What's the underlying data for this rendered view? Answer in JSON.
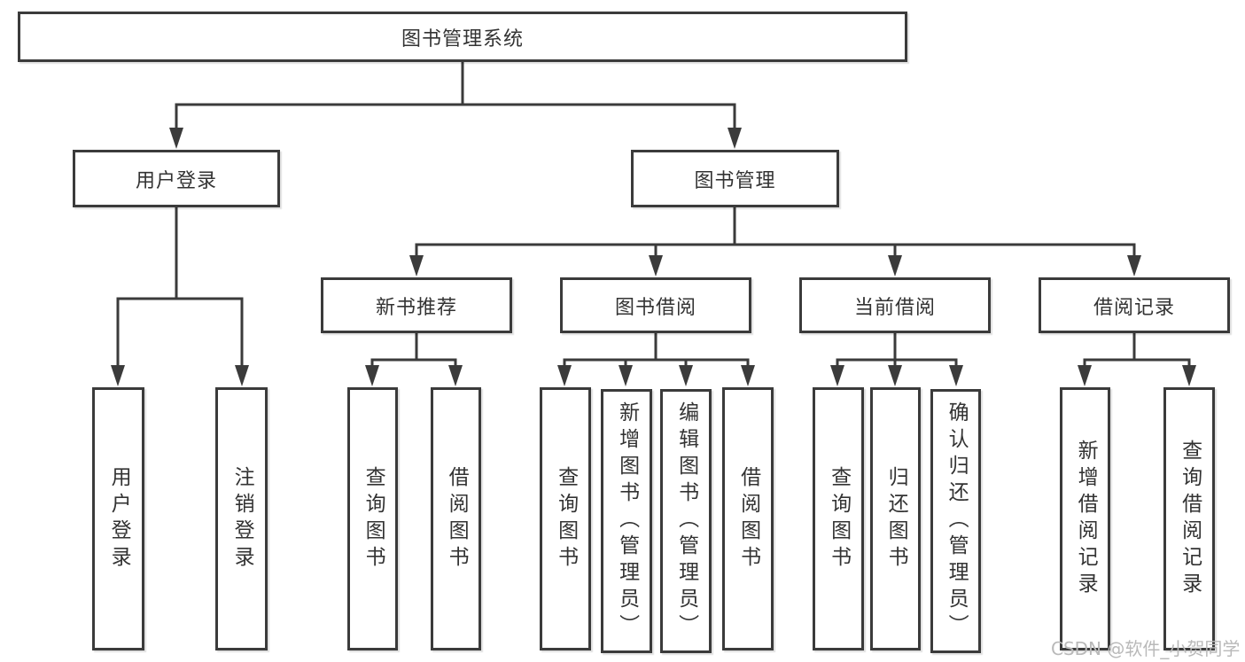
{
  "diagram": {
    "root": {
      "label": "图书管理系统"
    },
    "branches": [
      {
        "label": "用户登录",
        "children": [
          {
            "label": "用户登录"
          },
          {
            "label": "注销登录"
          }
        ]
      },
      {
        "label": "图书管理",
        "children": [
          {
            "label": "新书推荐",
            "children": [
              {
                "label": "查询图书"
              },
              {
                "label": "借阅图书"
              }
            ]
          },
          {
            "label": "图书借阅",
            "children": [
              {
                "label": "查询图书"
              },
              {
                "label": "新增图书（管理员）"
              },
              {
                "label": "编辑图书（管理员）"
              },
              {
                "label": "借阅图书"
              }
            ]
          },
          {
            "label": "当前借阅",
            "children": [
              {
                "label": "查询图书"
              },
              {
                "label": "归还图书"
              },
              {
                "label": "确认归还（管理员）"
              }
            ]
          },
          {
            "label": "借阅记录",
            "children": [
              {
                "label": "新增借阅记录"
              },
              {
                "label": "查询借阅记录"
              }
            ]
          }
        ]
      }
    ]
  },
  "watermark": {
    "text": "CSDN @软件_小贺同学"
  },
  "colors": {
    "line": "#3b3b3b",
    "text": "#333333",
    "watermark": "#b9b9b9",
    "background": "#ffffff"
  }
}
